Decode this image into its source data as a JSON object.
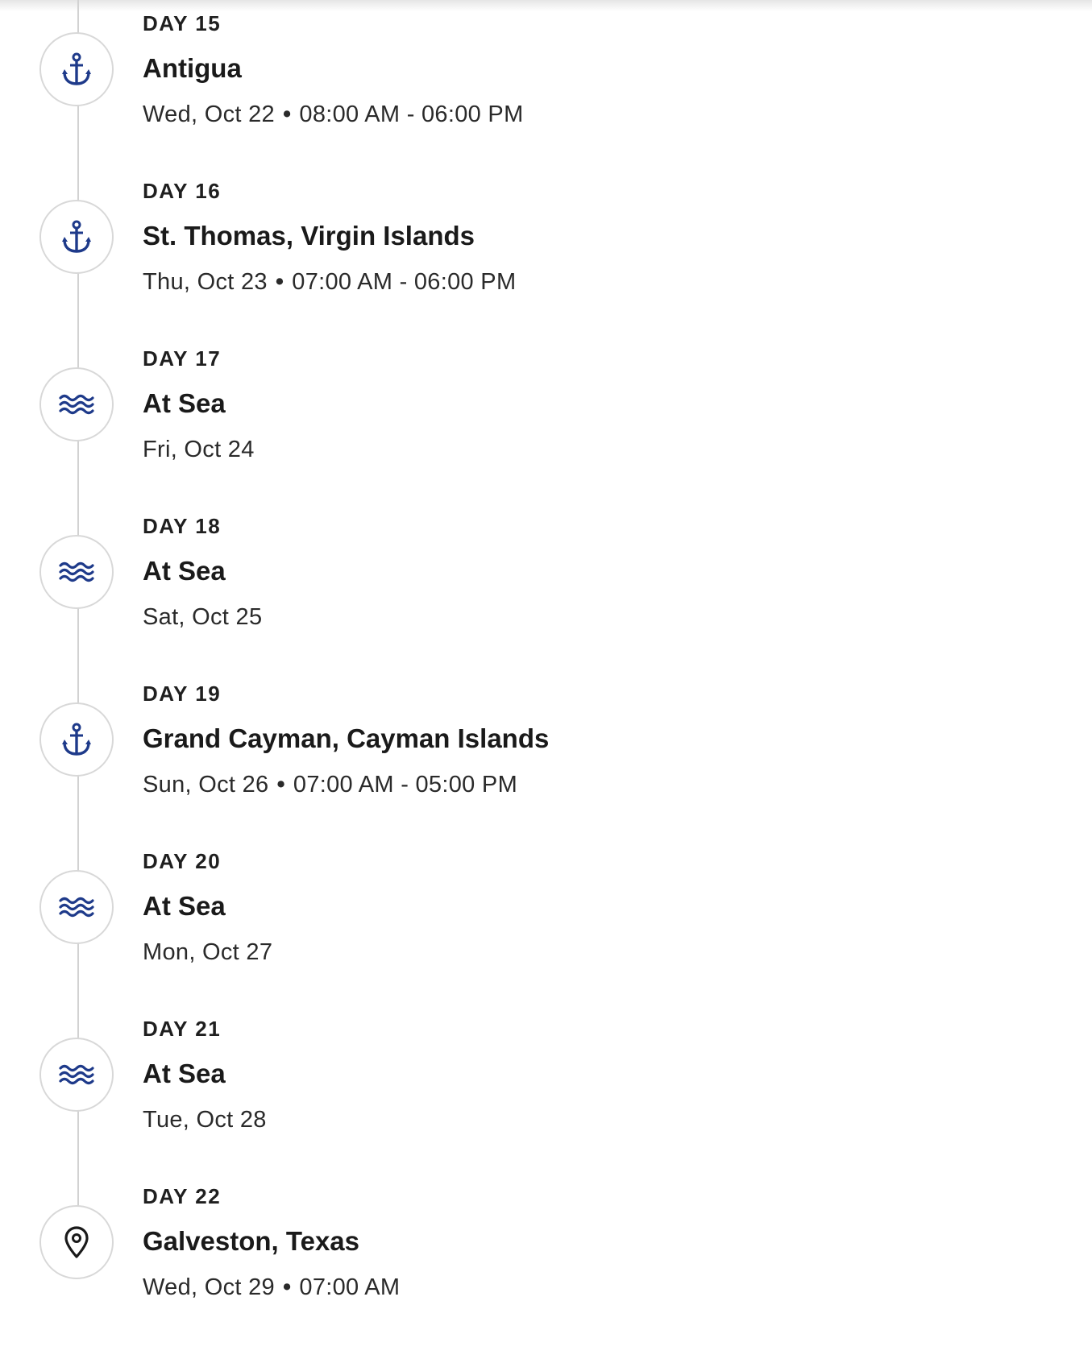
{
  "accent_color": "#1e3a8a",
  "itinerary": {
    "stops": [
      {
        "day": "DAY 15",
        "port": "Antigua",
        "date": "Wed, Oct 22",
        "time": "08:00 AM - 06:00 PM",
        "icon": "anchor-icon"
      },
      {
        "day": "DAY 16",
        "port": "St. Thomas, Virgin Islands",
        "date": "Thu, Oct 23",
        "time": "07:00 AM - 06:00 PM",
        "icon": "anchor-icon"
      },
      {
        "day": "DAY 17",
        "port": "At Sea",
        "date": "Fri, Oct 24",
        "time": "",
        "icon": "waves-icon"
      },
      {
        "day": "DAY 18",
        "port": "At Sea",
        "date": "Sat, Oct 25",
        "time": "",
        "icon": "waves-icon"
      },
      {
        "day": "DAY 19",
        "port": "Grand Cayman, Cayman Islands",
        "date": "Sun, Oct 26",
        "time": "07:00 AM - 05:00 PM",
        "icon": "anchor-icon"
      },
      {
        "day": "DAY 20",
        "port": "At Sea",
        "date": "Mon, Oct 27",
        "time": "",
        "icon": "waves-icon"
      },
      {
        "day": "DAY 21",
        "port": "At Sea",
        "date": "Tue, Oct 28",
        "time": "",
        "icon": "waves-icon"
      },
      {
        "day": "DAY 22",
        "port": "Galveston, Texas",
        "date": "Wed, Oct 29",
        "time": "07:00 AM",
        "icon": "location-pin-icon"
      }
    ]
  }
}
